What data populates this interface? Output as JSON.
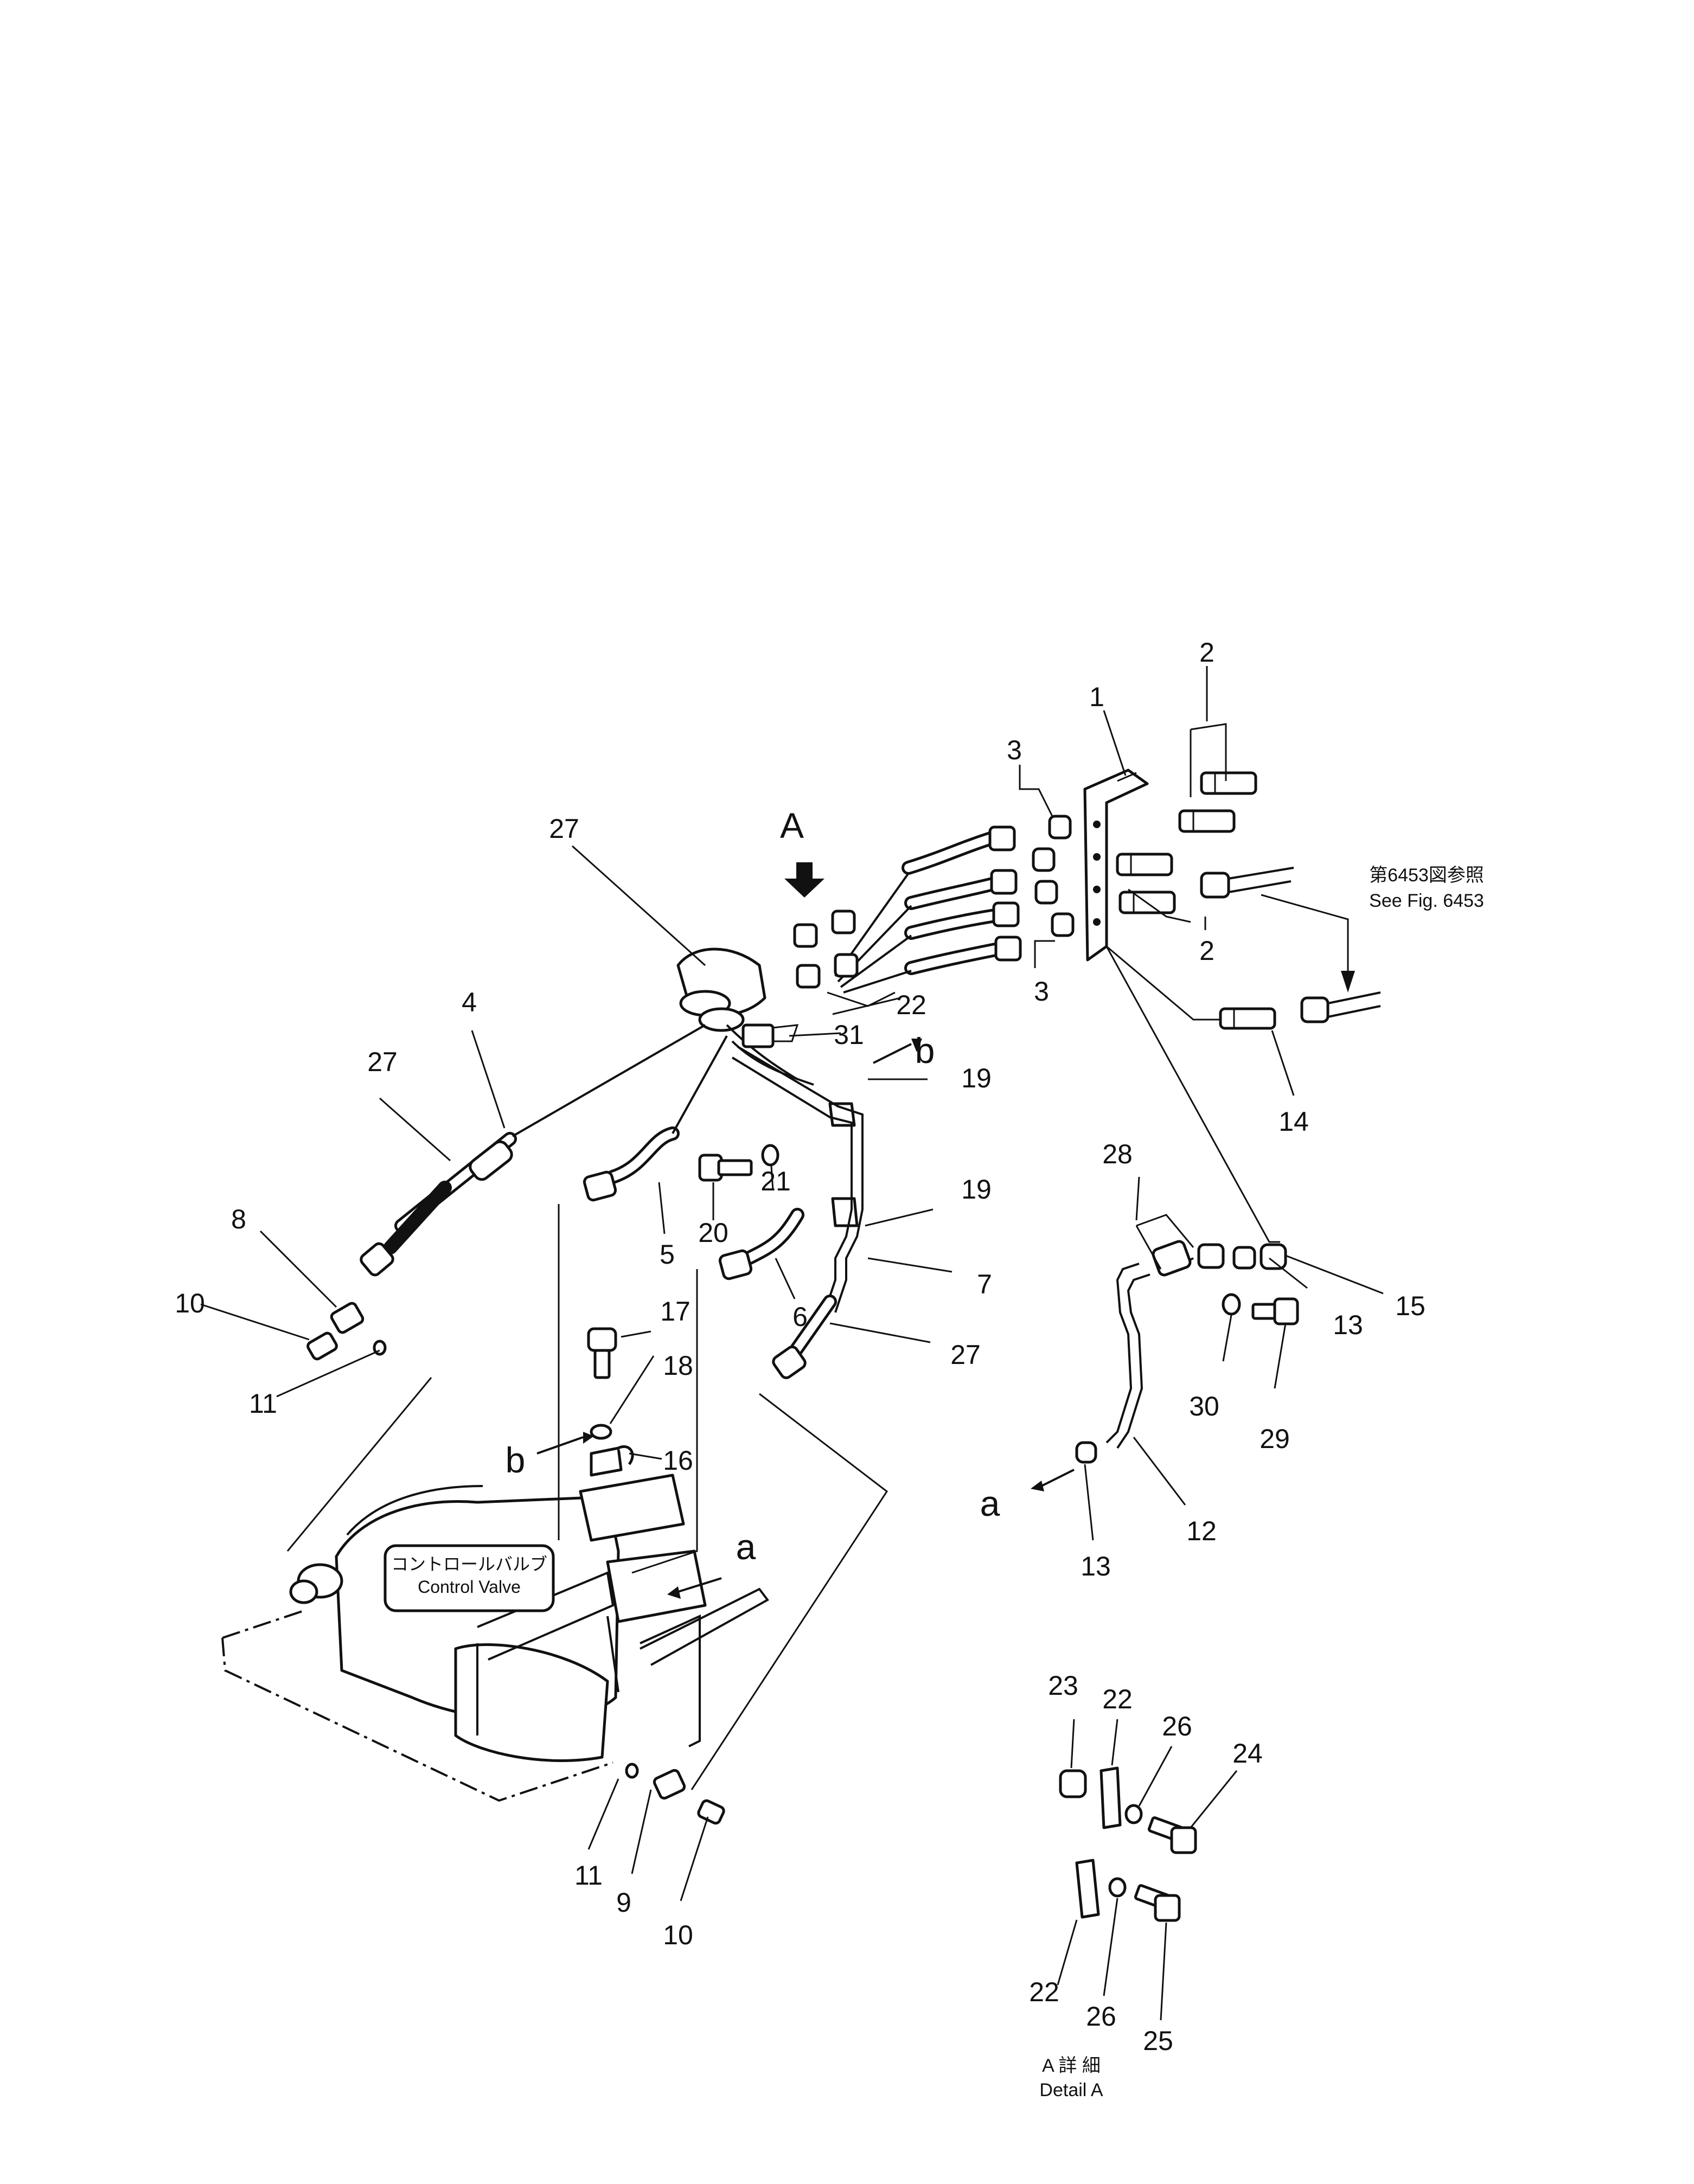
{
  "view_labels": {
    "view_a": "A",
    "arrow_a": "a",
    "arrow_b": "b"
  },
  "callouts": {
    "p1": "1",
    "p2_top": "2",
    "p2_mid": "2",
    "p3_top": "3",
    "p3_bottom": "3",
    "p4": "4",
    "p5": "5",
    "p6": "6",
    "p7": "7",
    "p8": "8",
    "p9": "9",
    "p10_left": "10",
    "p10_bottom": "10",
    "p11_left": "11",
    "p11_bottom": "11",
    "p12": "12",
    "p13_right": "13",
    "p13_lower": "13",
    "p14": "14",
    "p15": "15",
    "p16": "16",
    "p17": "17",
    "p18": "18",
    "p19_upper": "19",
    "p19_lower": "19",
    "p20": "20",
    "p21": "21",
    "p22_main": "22",
    "p22_detail_top": "22",
    "p22_detail_bottom": "22",
    "p23": "23",
    "p24": "24",
    "p25": "25",
    "p26_top": "26",
    "p26_bottom": "26",
    "p27_top": "27",
    "p27_left": "27",
    "p27_right": "27",
    "p28": "28",
    "p29": "29",
    "p30": "30",
    "p31": "31"
  },
  "notes": {
    "see_fig_jp": "第6453図参照",
    "see_fig_en": "See Fig. 6453",
    "control_valve_jp": "コントロールバルブ",
    "control_valve_en": "Control Valve",
    "detail_a_jp": "A 詳 細",
    "detail_a_en": "Detail A"
  }
}
